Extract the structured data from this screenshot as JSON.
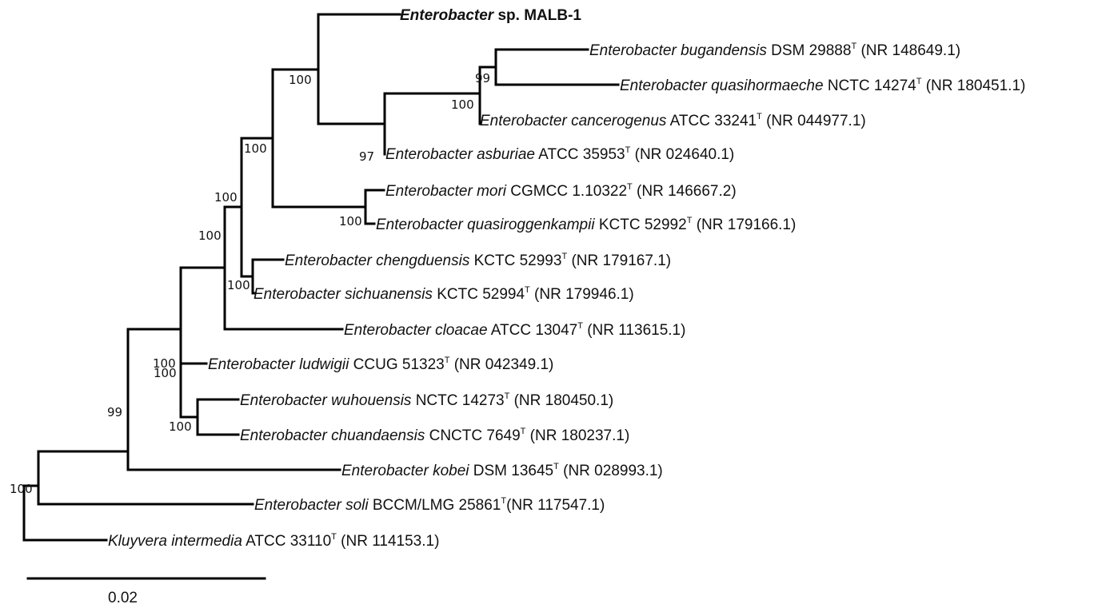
{
  "figure": {
    "type": "phylogenetic_tree",
    "scale_bar": {
      "label": "0.02",
      "value": 0.02
    }
  },
  "taxa": [
    {
      "id": "malb1",
      "genus": "Enterobacter",
      "rest": " sp. MALB-1",
      "strain": "",
      "accession": "",
      "bold": true
    },
    {
      "id": "bugandensis",
      "genus": "Enterobacter bugandensis",
      "rest": "",
      "strain": " DSM 29888",
      "accession": " (NR 148649.1)",
      "bold": false
    },
    {
      "id": "quasihormaeche",
      "genus": "Enterobacter quasihormaeche",
      "rest": "",
      "strain": " NCTC 14274",
      "accession": " (NR 180451.1)",
      "bold": false
    },
    {
      "id": "cancerogenus",
      "genus": "Enterobacter cancerogenus",
      "rest": "",
      "strain": " ATCC 33241",
      "accession": " (NR 044977.1)",
      "bold": false
    },
    {
      "id": "asburiae",
      "genus": "Enterobacter asburiae",
      "rest": "",
      "strain": " ATCC 35953",
      "accession": " (NR 024640.1)",
      "bold": false
    },
    {
      "id": "mori",
      "genus": "Enterobacter mori",
      "rest": "",
      "strain": " CGMCC 1.10322",
      "accession": " (NR 146667.2)",
      "bold": false
    },
    {
      "id": "quasiroggenkampii",
      "genus": "Enterobacter quasiroggenkampii",
      "rest": "",
      "strain": " KCTC 52992",
      "accession": " (NR 179166.1)",
      "bold": false
    },
    {
      "id": "chengduensis",
      "genus": "Enterobacter chengduensis",
      "rest": "",
      "strain": " KCTC 52993",
      "accession": " (NR 179167.1)",
      "bold": false
    },
    {
      "id": "sichuanensis",
      "genus": "Enterobacter sichuanensis",
      "rest": "",
      "strain": " KCTC 52994",
      "accession": " (NR 179946.1)",
      "bold": false
    },
    {
      "id": "cloacae",
      "genus": "Enterobacter cloacae",
      "rest": "",
      "strain": " ATCC 13047",
      "accession": " (NR 113615.1)",
      "bold": false
    },
    {
      "id": "ludwigii",
      "genus": "Enterobacter ludwigii",
      "rest": "",
      "strain": " CCUG 51323",
      "accession": " (NR 042349.1)",
      "bold": false
    },
    {
      "id": "wuhouensis",
      "genus": "Enterobacter wuhouensis",
      "rest": "",
      "strain": " NCTC 14273",
      "accession": " (NR 180450.1)",
      "bold": false
    },
    {
      "id": "chuandaensis",
      "genus": "Enterobacter chuandaensis",
      "rest": "",
      "strain": " CNCTC 7649",
      "accession": " (NR 180237.1)",
      "bold": false
    },
    {
      "id": "kobei",
      "genus": "Enterobacter kobei",
      "rest": "",
      "strain": " DSM 13645",
      "accession": " (NR 028993.1)",
      "bold": false
    },
    {
      "id": "soli",
      "genus": "Enterobacter soli",
      "rest": "",
      "strain": " BCCM/LMG 25861",
      "accession": "(NR 117547.1)",
      "bold": false
    },
    {
      "id": "kluyvera",
      "genus": "Kluyvera intermedia",
      "rest": "",
      "strain": " ATCC 33110",
      "accession": " (NR 114153.1)",
      "bold": false
    }
  ],
  "type_strain_mark": "T",
  "bootstrap": [
    {
      "node": "root",
      "value": "100"
    },
    {
      "node": "n_soli",
      "value": "99"
    },
    {
      "node": "n_kobei",
      "value": "100"
    },
    {
      "node": "n_ludwigii",
      "value": "100"
    },
    {
      "node": "n_wuhou",
      "value": "100"
    },
    {
      "node": "n_cloacae",
      "value": "100"
    },
    {
      "node": "n_chengdu_group",
      "value": "100"
    },
    {
      "node": "n_chengdu",
      "value": "100"
    },
    {
      "node": "n_main",
      "value": "100"
    },
    {
      "node": "n_malb",
      "value": "100"
    },
    {
      "node": "n_asb",
      "value": "97"
    },
    {
      "node": "n_canc",
      "value": "100"
    },
    {
      "node": "n_bug",
      "value": "99"
    },
    {
      "node": "n_mori",
      "value": "100"
    }
  ]
}
